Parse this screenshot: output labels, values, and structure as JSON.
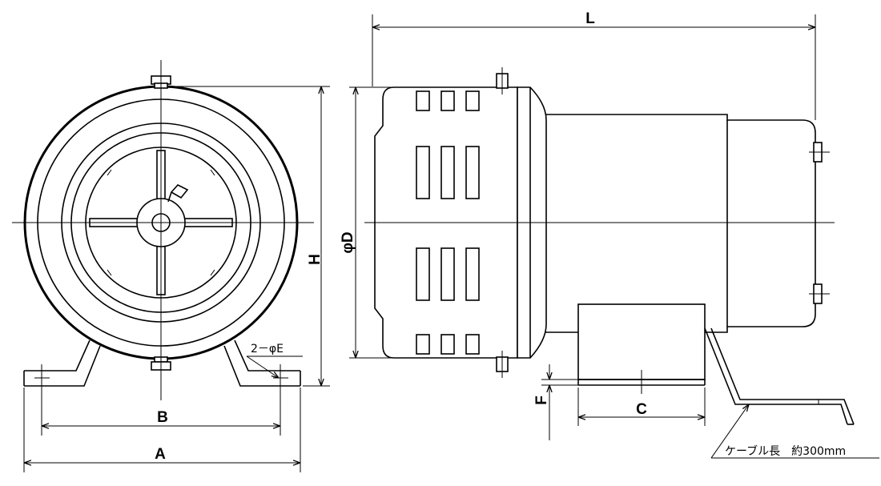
{
  "dimensions": {
    "A": "A",
    "B": "B",
    "C": "C",
    "D": "φD",
    "E": "2－φE",
    "F": "F",
    "H": "H",
    "L": "L"
  },
  "notes": {
    "cable": "ケーブル長　約300mm"
  }
}
